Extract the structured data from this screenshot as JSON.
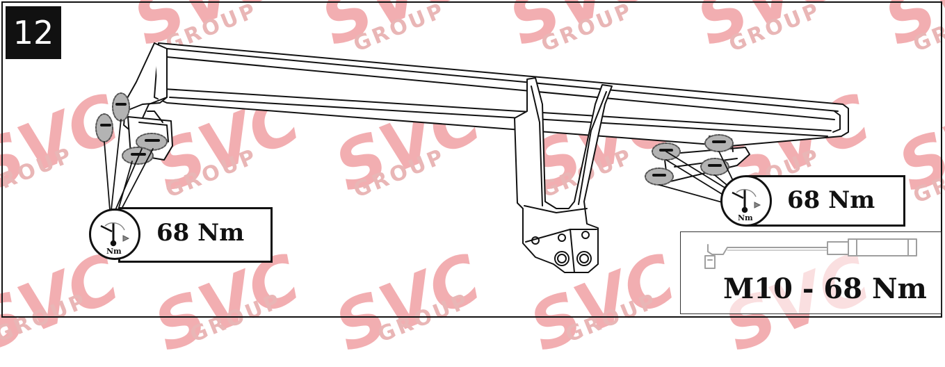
{
  "step": {
    "number": "12"
  },
  "torque_left": {
    "value_label": "68 Nm",
    "icon_unit": "Nm"
  },
  "torque_right": {
    "value_label": "68 Nm",
    "icon_unit": "Nm"
  },
  "sensor_spec": {
    "label": "M10 - 68 Nm"
  },
  "watermark": {
    "brand": "SVC",
    "group": "GROUP",
    "color": "#f2aeb1"
  }
}
